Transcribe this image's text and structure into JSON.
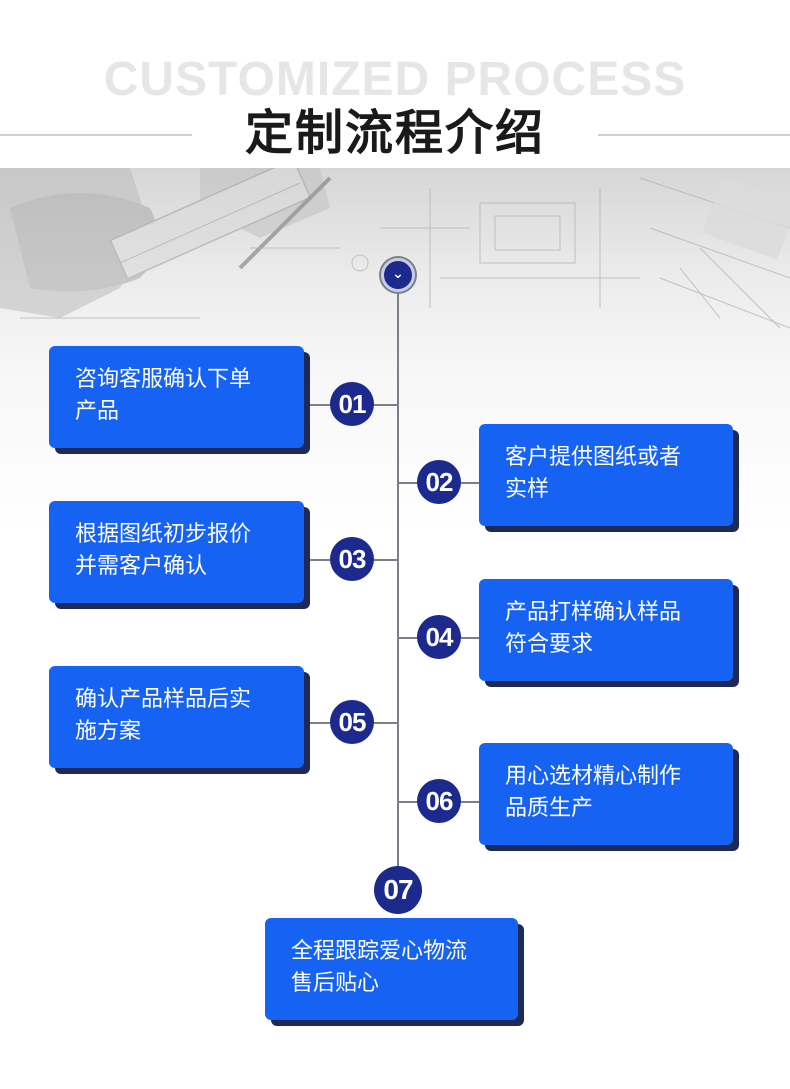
{
  "header": {
    "bg_text": "CUSTOMIZED PROCESS",
    "title": "定制流程介绍"
  },
  "steps": [
    {
      "number": "01",
      "line1": "咨询客服确认下单",
      "line2": "产品"
    },
    {
      "number": "02",
      "line1": "客户提供图纸或者",
      "line2": "实样"
    },
    {
      "number": "03",
      "line1": "根据图纸初步报价",
      "line2": "并需客户确认"
    },
    {
      "number": "04",
      "line1": "产品打样确认样品",
      "line2": "符合要求"
    },
    {
      "number": "05",
      "line1": "确认产品样品后实",
      "line2": "施方案"
    },
    {
      "number": "06",
      "line1": "用心选材精心制作",
      "line2": "品质生产"
    },
    {
      "number": "07",
      "line1": "全程跟踪爱心物流",
      "line2": "售后贴心"
    }
  ],
  "colors": {
    "card_blue": "#1662f2",
    "circle_navy": "#1b2a8c",
    "shadow": "#1e2a55",
    "line_gray": "#7a7f8a"
  },
  "icons": {
    "top_marker": "chevron-down-icon"
  }
}
